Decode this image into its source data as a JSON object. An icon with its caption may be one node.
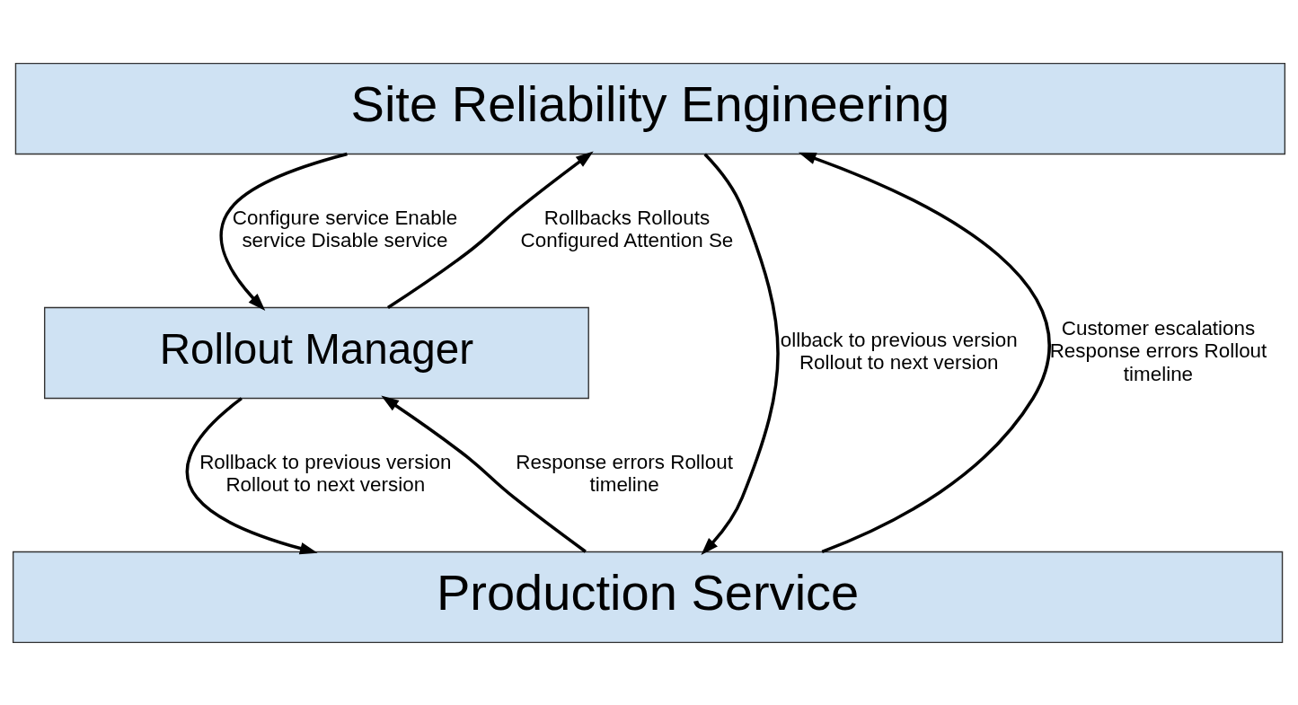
{
  "diagram": {
    "nodes": [
      {
        "text": [
          "Site Reliability Engineering"
        ]
      },
      {
        "text": [
          "Rollout Manager"
        ]
      },
      {
        "text": [
          "Production Service"
        ]
      }
    ],
    "edges": [
      {
        "from": 0,
        "to": 2,
        "arrow": "to",
        "label": "ollback to previous version Rollout to next version"
      },
      {
        "from": 2,
        "to": 0,
        "arrow": "to",
        "label": "Customer escalations Response errors Rollout timeline"
      },
      {
        "from": 0,
        "to": 1,
        "arrow": "to",
        "label": "Configure service Enable service Disable service"
      },
      {
        "from": 1,
        "to": 0,
        "arrow": "to",
        "label": "Rollbacks Rollouts Configured Attention Se"
      },
      {
        "from": 1,
        "to": 2,
        "arrow": "to",
        "label": "Rollback to previous version Rollout to next version"
      },
      {
        "from": 2,
        "to": 1,
        "arrow": "to",
        "label": "Response errors Rollout timeline"
      }
    ]
  }
}
